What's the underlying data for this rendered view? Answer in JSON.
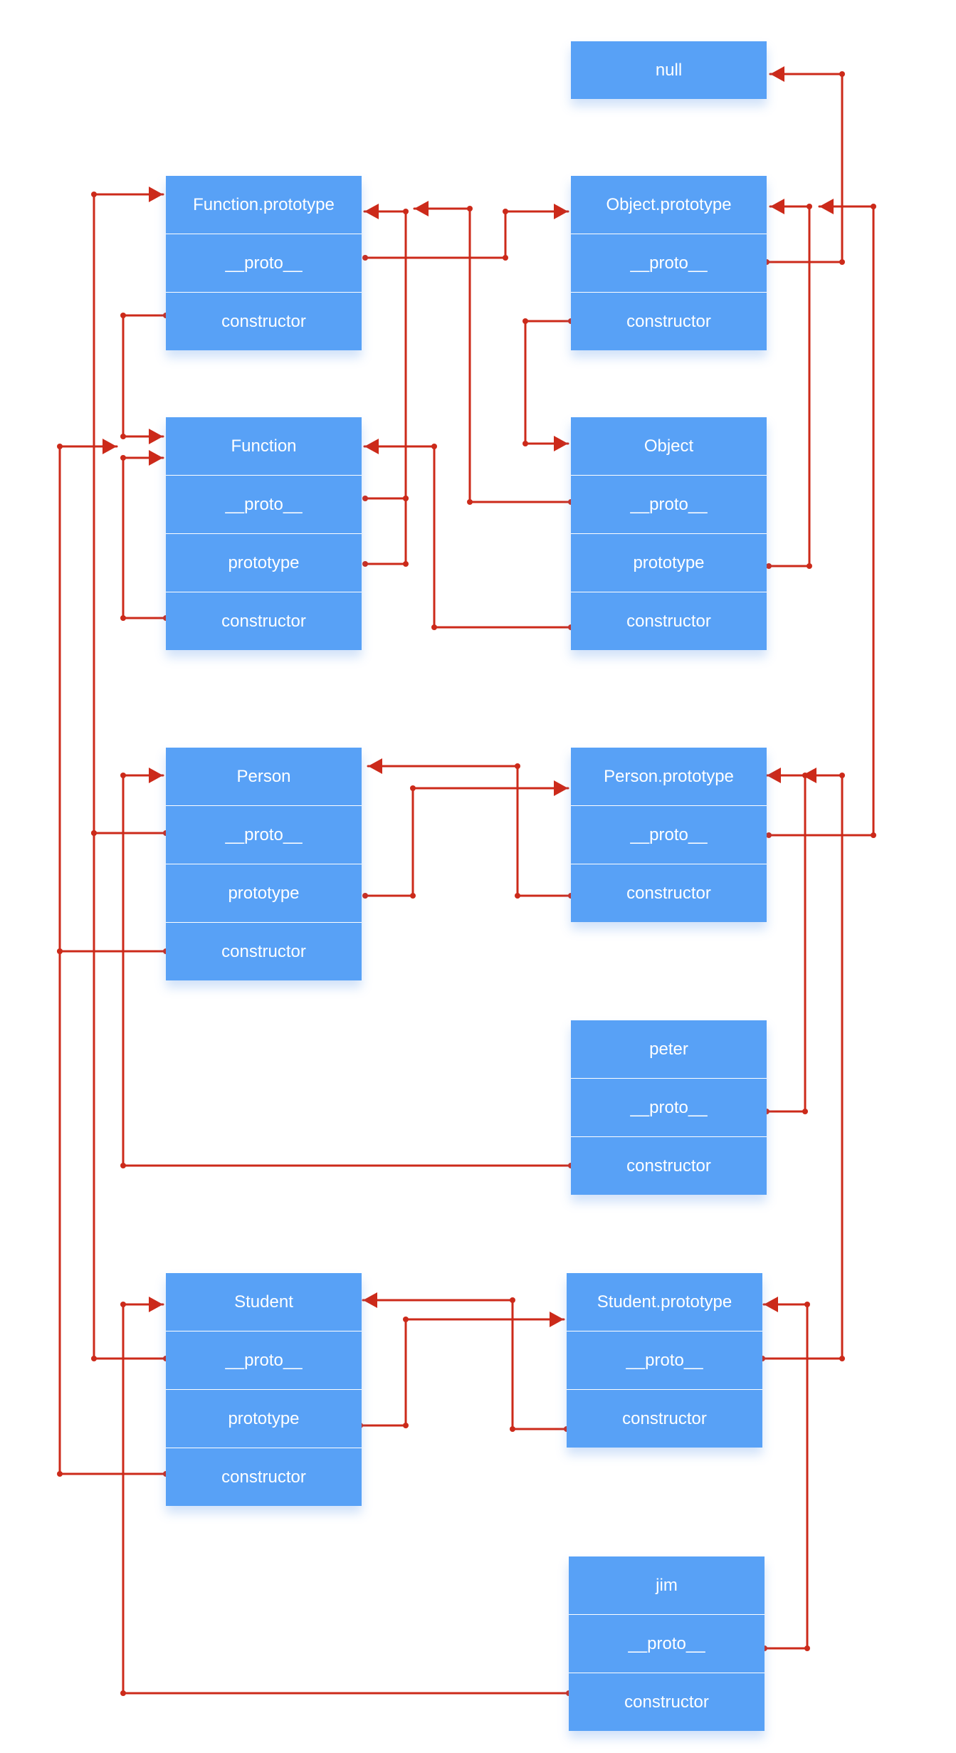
{
  "nodes": {
    "null_obj": {
      "title": "null",
      "fields": []
    },
    "function_prototype": {
      "title": "Function.prototype",
      "fields": [
        "__proto__",
        "constructor"
      ]
    },
    "object_prototype": {
      "title": "Object.prototype",
      "fields": [
        "__proto__",
        "constructor"
      ]
    },
    "function_ctor": {
      "title": "Function",
      "fields": [
        "__proto__",
        "prototype",
        "constructor"
      ]
    },
    "object_ctor": {
      "title": "Object",
      "fields": [
        "__proto__",
        "prototype",
        "constructor"
      ]
    },
    "person": {
      "title": "Person",
      "fields": [
        "__proto__",
        "prototype",
        "constructor"
      ]
    },
    "person_prototype": {
      "title": "Person.prototype",
      "fields": [
        "__proto__",
        "constructor"
      ]
    },
    "peter": {
      "title": "peter",
      "fields": [
        "__proto__",
        "constructor"
      ]
    },
    "student": {
      "title": "Student",
      "fields": [
        "__proto__",
        "prototype",
        "constructor"
      ]
    },
    "student_prototype": {
      "title": "Student.prototype",
      "fields": [
        "__proto__",
        "constructor"
      ]
    },
    "jim": {
      "title": "jim",
      "fields": [
        "__proto__",
        "constructor"
      ]
    }
  },
  "colors": {
    "box": "#58a1f6",
    "text": "#ffffff",
    "arrow": "#cc2a1a",
    "background": "#ffffff"
  }
}
